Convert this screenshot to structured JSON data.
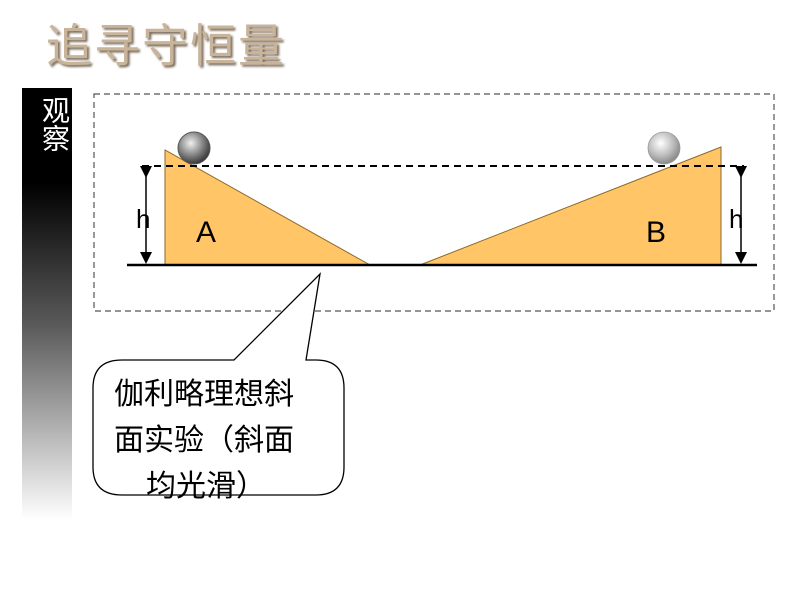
{
  "title": "追寻守恒量",
  "sidebar": {
    "label": "观察"
  },
  "diagram": {
    "incline_a_label": "A",
    "incline_b_label": "B",
    "height_left_label": "h",
    "height_right_label": "h",
    "incline_color": "#FFC566",
    "ball_color": "#808080"
  },
  "callout": {
    "lines": [
      "伽利略理想斜",
      "面实验（斜面",
      "均光滑）"
    ]
  }
}
